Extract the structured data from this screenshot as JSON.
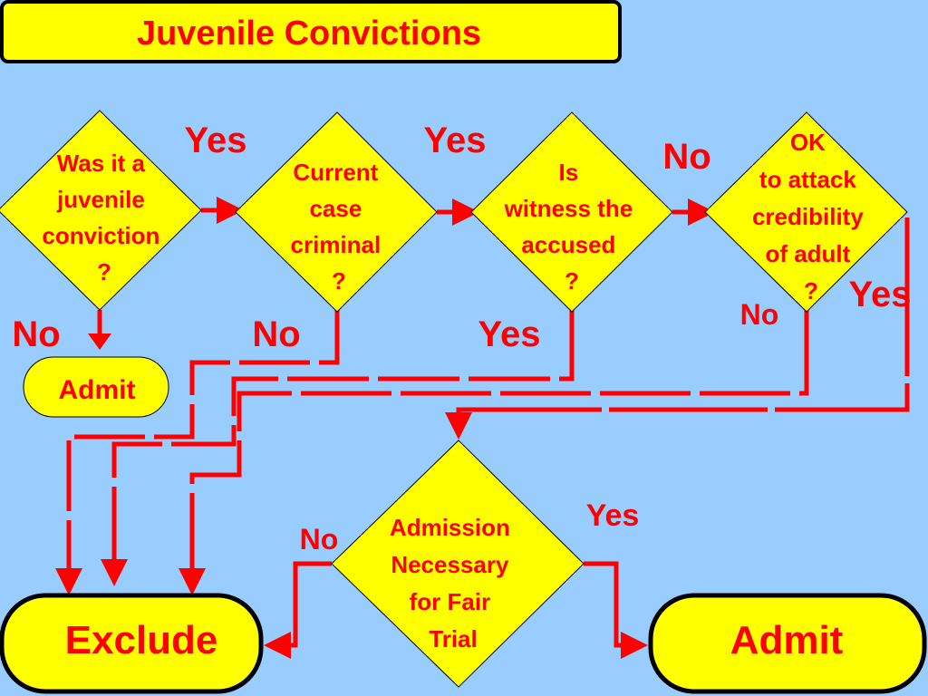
{
  "title": "Juvenile Convictions",
  "colors": {
    "background": "#99ccff",
    "box_fill": "#ffff00",
    "text": "#ff0000",
    "connector": "#ff0000",
    "outline": "#000000"
  },
  "nodes": {
    "juvenile_q": [
      "Was it a",
      "juvenile",
      "conviction",
      "?"
    ],
    "criminal_q": [
      "Current",
      "case",
      "criminal",
      "?"
    ],
    "witness_q": [
      "Is",
      "witness the",
      "accused",
      "?"
    ],
    "credibility_q": [
      "OK",
      "to attack",
      "credibility",
      "of adult",
      "?"
    ],
    "fair_trial_q": [
      "Admission",
      "Necessary",
      "for Fair",
      "Trial"
    ],
    "admit_small": "Admit",
    "exclude": "Exclude",
    "admit_large": "Admit"
  },
  "edge_labels": {
    "juvenile_yes": "Yes",
    "criminal_yes": "Yes",
    "witness_no": "No",
    "juvenile_no": "No",
    "criminal_no": "No",
    "witness_yes": "Yes",
    "credibility_no": "No",
    "credibility_yes": "Yes",
    "fair_trial_yes": "Yes",
    "fair_trial_no": "No"
  }
}
